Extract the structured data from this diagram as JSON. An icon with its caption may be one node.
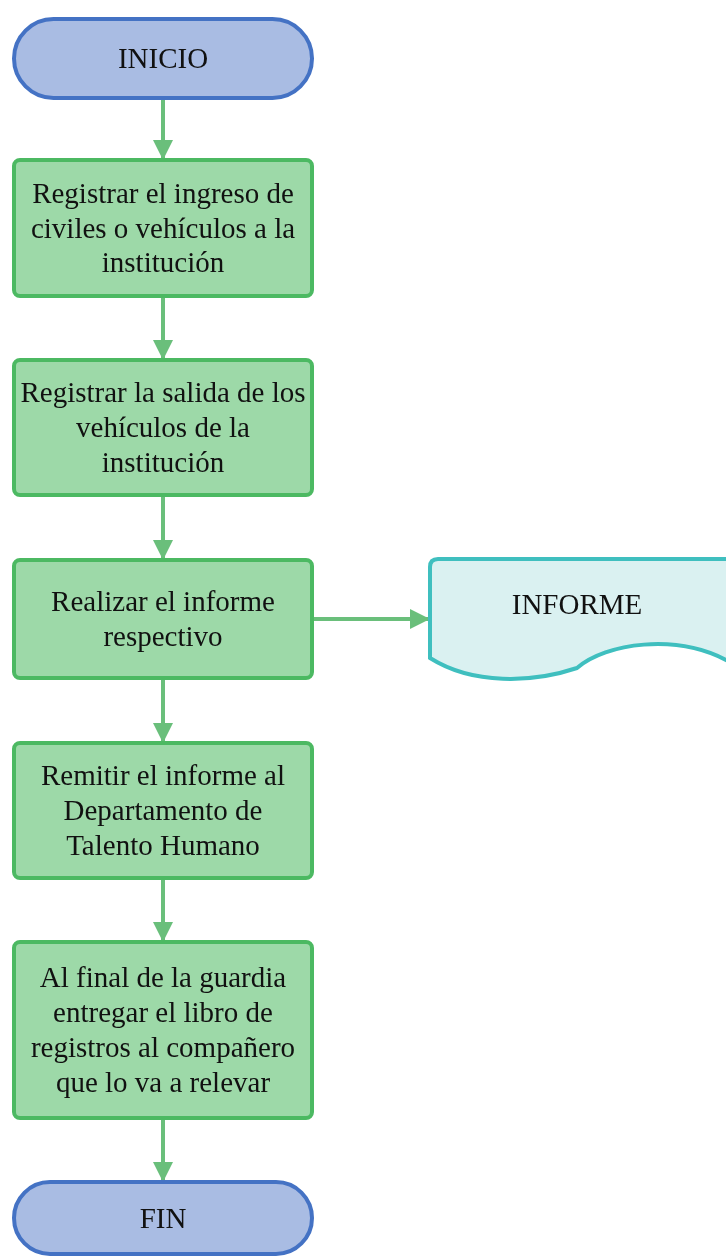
{
  "diagram": {
    "nodes": [
      {
        "text": [
          "INICIO"
        ]
      },
      {
        "text": [
          "Registrar el ingreso de civiles o vehículos a la institución"
        ]
      },
      {
        "text": [
          "Registrar la salida de los vehículos de la institución"
        ]
      },
      {
        "text": [
          "Realizar el informe respectivo"
        ]
      },
      {
        "text": [
          "INFORME"
        ]
      },
      {
        "text": [
          "Remitir el informe al Departamento de Talento Humano"
        ]
      },
      {
        "text": [
          "Al final de la guardia entregar el libro de registros al compañero que lo va a relevar"
        ]
      },
      {
        "text": [
          "FIN"
        ]
      }
    ],
    "edges": [
      {
        "from": 0,
        "to": 1,
        "arrow": "to"
      },
      {
        "from": 1,
        "to": 2,
        "arrow": "to"
      },
      {
        "from": 2,
        "to": 3,
        "arrow": "to"
      },
      {
        "from": 3,
        "to": 4,
        "arrow": "to"
      },
      {
        "from": 3,
        "to": 5,
        "arrow": "to"
      },
      {
        "from": 5,
        "to": 6,
        "arrow": "to"
      },
      {
        "from": 6,
        "to": 7,
        "arrow": "to"
      }
    ]
  }
}
